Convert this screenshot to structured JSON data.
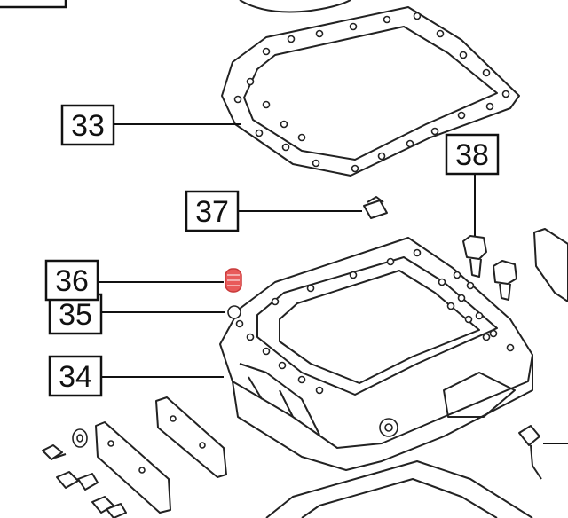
{
  "callouts": [
    {
      "id": "33",
      "label": "33"
    },
    {
      "id": "34",
      "label": "34"
    },
    {
      "id": "35",
      "label": "35"
    },
    {
      "id": "36",
      "label": "36",
      "highlighted": true
    },
    {
      "id": "37",
      "label": "37"
    },
    {
      "id": "38",
      "label": "38"
    }
  ],
  "colors": {
    "line": "#222222",
    "highlight": "#e03030",
    "highlight_part": "#e85a5a",
    "background": "#ffffff"
  }
}
